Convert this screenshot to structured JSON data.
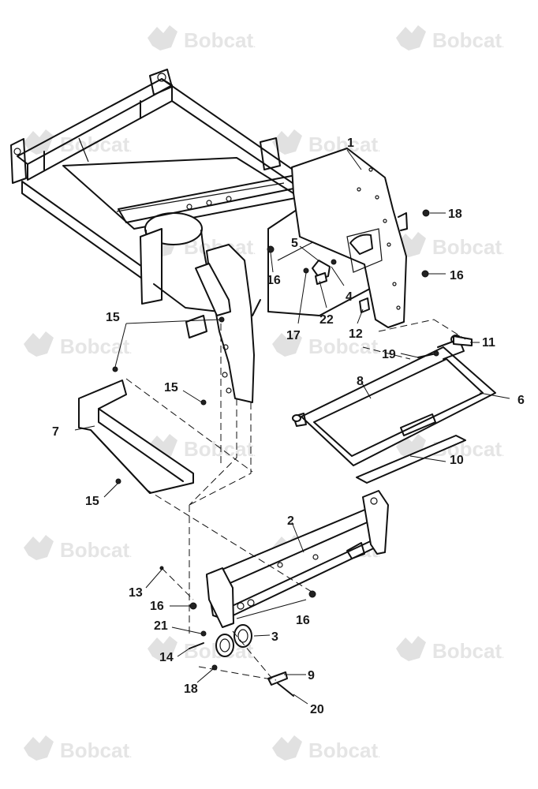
{
  "watermark": {
    "brand": "Bobcat",
    "mark": "."
  },
  "callouts": [
    {
      "id": "1",
      "text": "1"
    },
    {
      "id": "2",
      "text": "2"
    },
    {
      "id": "3",
      "text": "3"
    },
    {
      "id": "4",
      "text": "4"
    },
    {
      "id": "5",
      "text": "5"
    },
    {
      "id": "6",
      "text": "6"
    },
    {
      "id": "7",
      "text": "7"
    },
    {
      "id": "8",
      "text": "8"
    },
    {
      "id": "9",
      "text": "9"
    },
    {
      "id": "10",
      "text": "10"
    },
    {
      "id": "11",
      "text": "11"
    },
    {
      "id": "12",
      "text": "12"
    },
    {
      "id": "13",
      "text": "13"
    },
    {
      "id": "14",
      "text": "14"
    },
    {
      "id": "15a",
      "text": "15"
    },
    {
      "id": "15b",
      "text": "15"
    },
    {
      "id": "15c",
      "text": "15"
    },
    {
      "id": "16a",
      "text": "16"
    },
    {
      "id": "16b",
      "text": "16"
    },
    {
      "id": "16c",
      "text": "16"
    },
    {
      "id": "16d",
      "text": "16"
    },
    {
      "id": "17",
      "text": "17"
    },
    {
      "id": "18a",
      "text": "18"
    },
    {
      "id": "18b",
      "text": "18"
    },
    {
      "id": "19",
      "text": "19"
    },
    {
      "id": "20",
      "text": "20"
    },
    {
      "id": "21",
      "text": "21"
    },
    {
      "id": "22",
      "text": "22"
    }
  ]
}
